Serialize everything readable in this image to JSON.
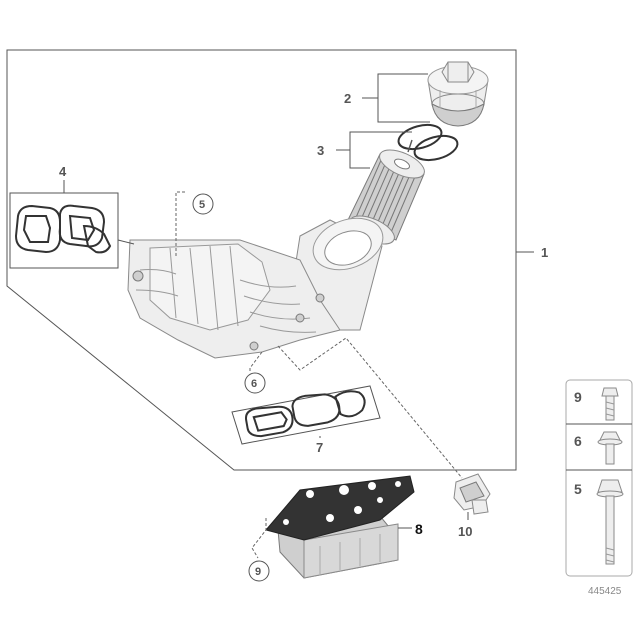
{
  "callouts": {
    "c1": "1",
    "c2": "2",
    "c3": "3",
    "c4": "4",
    "c5": "5",
    "c6": "6",
    "c7": "7",
    "c8": "8",
    "c9": "9",
    "c10": "10"
  },
  "side_panel": {
    "items": [
      {
        "number": "9",
        "part": "bolt"
      },
      {
        "number": "6",
        "part": "flange-screw"
      },
      {
        "number": "5",
        "part": "long-bolt"
      }
    ]
  },
  "reference_number": "445425"
}
